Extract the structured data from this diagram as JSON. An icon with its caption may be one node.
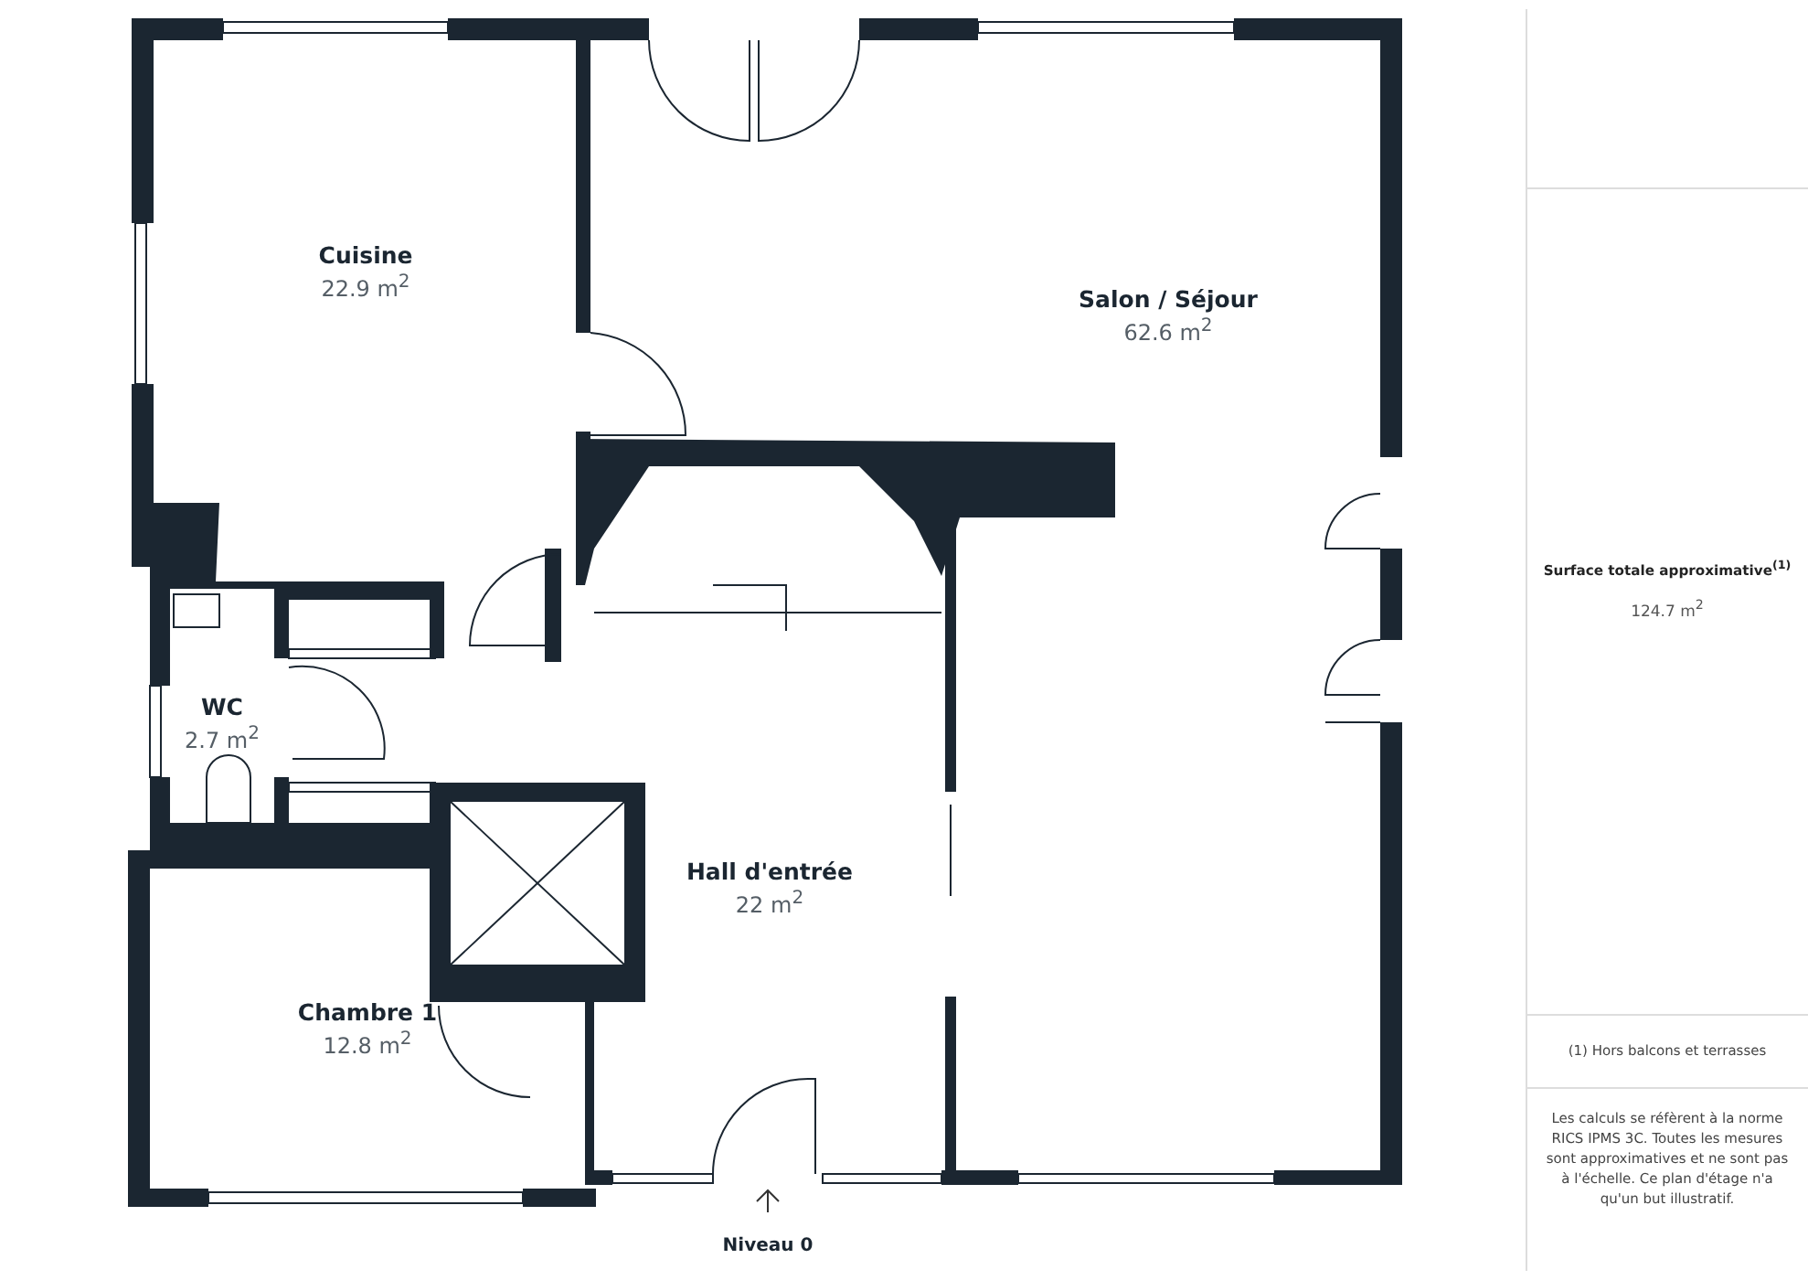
{
  "diagram": {
    "nodes": [
      {
        "text": [
          "Cuisine",
          "22.9 m$^{2}$"
        ]
      },
      {
        "text": [
          "Salon / Séjour",
          "62.6 m$^{2}$"
        ]
      },
      {
        "text": [
          "WC",
          "2.7 m$^{2}$"
        ]
      },
      {
        "text": [
          "Hall d'entrée",
          "22 m$^{2}$"
        ]
      },
      {
        "text": [
          "Chambre 1",
          "12.8 m$^{2}$"
        ]
      }
    ],
    "labels": [
      "Niveau 0",
      "Surface totale approximative$^{(1)}$",
      "124.7 m$^{2}$",
      "(1) Hors balcons et terrasses",
      "Les calculs se réfèrent à la norme RICS IPMS 3C. Toutes les mesures sont approximatives et ne sont pas à l'échelle. Ce plan d'étage n'a qu'un but illustratif."
    ]
  }
}
